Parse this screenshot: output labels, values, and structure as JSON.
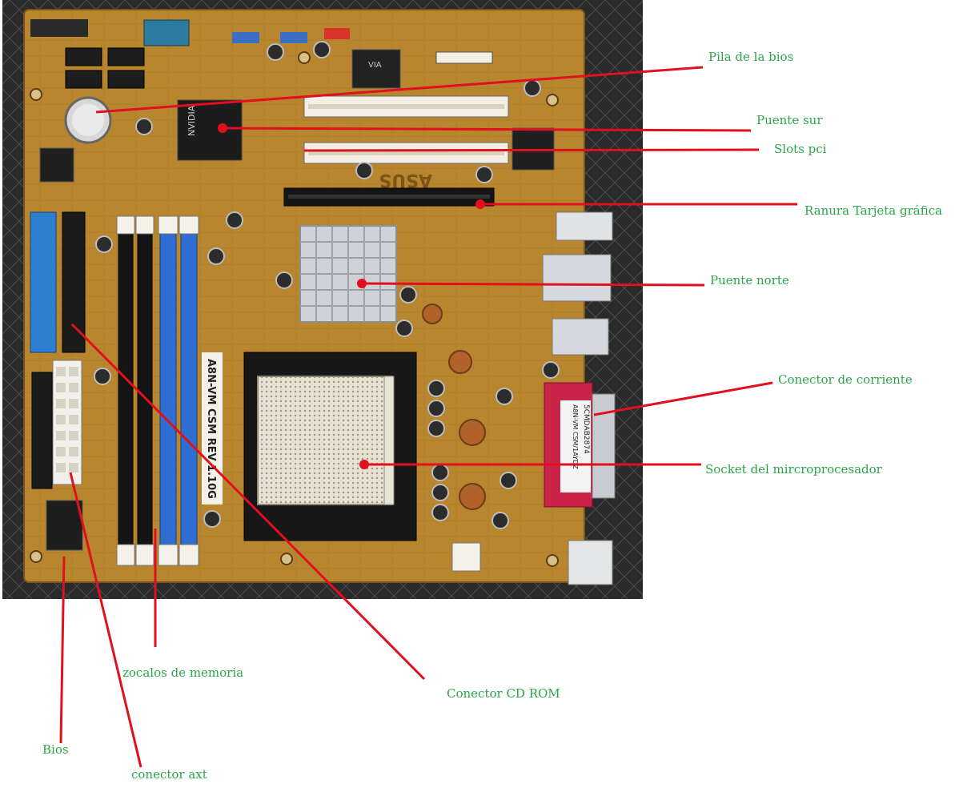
{
  "board": {
    "brand": "ASUS",
    "model_silk": "A8N-VM CSM REV 1.10G",
    "chip_nvidia": "NVIDIA",
    "chip_via": "VIA",
    "port_label": "A8N-VM CSM/1AYDZ",
    "port_serial": "5CMDAB2874"
  },
  "labels": {
    "pila": "Pila de la bios",
    "puente_sur": "Puente sur",
    "slots_pci": "Slots pci",
    "ranura": "Ranura Tarjeta  gráfica",
    "puente_norte": "Puente norte",
    "conector_corriente": "Conector de corriente",
    "socket": "Socket del mircroprocesador",
    "conector_cd": "Conector CD ROM",
    "zocalos": "zocalos de memoria",
    "bios": "Bios",
    "conector_axt": "conector axt"
  },
  "colors": {
    "label_text": "#2aa64a",
    "pointer_line": "#e0101e",
    "board": "#b8862e",
    "background": "#2b2b2b"
  }
}
